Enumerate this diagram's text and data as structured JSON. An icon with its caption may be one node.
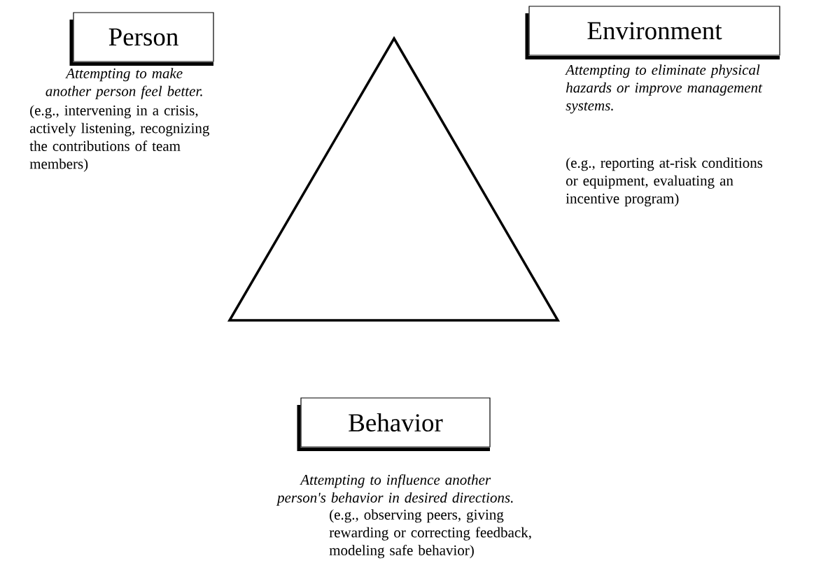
{
  "diagram": {
    "nodes": [
      {
        "text": [
          "Person"
        ],
        "beside": [
          "Attempting to make another person feel better.",
          "(e.g., intervening in a crisis, actively listening, recognizing the contributions of team members)"
        ]
      },
      {
        "text": [
          "Environment"
        ],
        "beside": [
          "Attempting to eliminate physical hazards or improve management systems.",
          "(e.g., reporting at-risk conditions or equipment, evaluating an incentive program)"
        ]
      },
      {
        "text": [
          "Behavior"
        ],
        "beside": [
          "Attempting to influence another person's behavior in desired directions.",
          "(e.g., observing peers, giving rewarding or correcting feedback, modeling safe behavior)"
        ]
      }
    ]
  }
}
